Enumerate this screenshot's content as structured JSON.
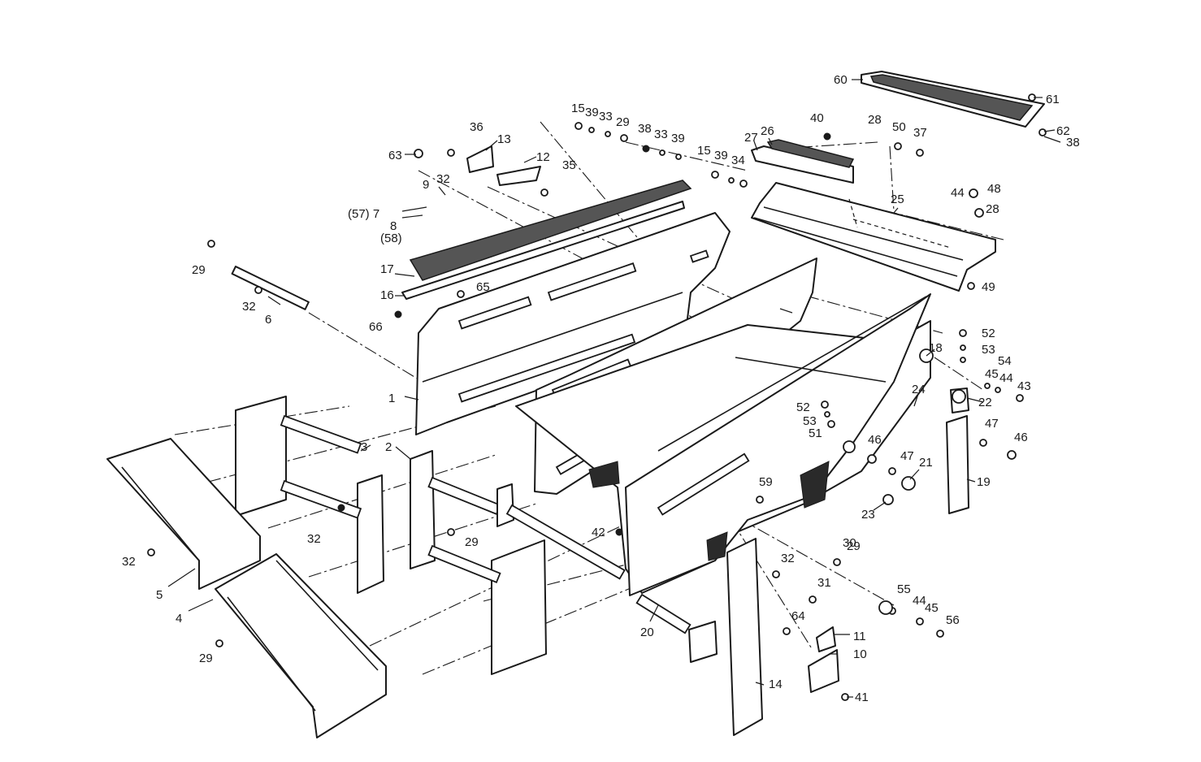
{
  "diagram": {
    "callouts": [
      "1",
      "2",
      "3",
      "4",
      "5",
      "6",
      "(57) 7",
      "8",
      "(58)",
      "9",
      "10",
      "11",
      "12",
      "13",
      "14",
      "15",
      "15",
      "16",
      "17",
      "18",
      "19",
      "20",
      "21",
      "22",
      "23",
      "24",
      "25",
      "26",
      "27",
      "28",
      "28",
      "29",
      "29",
      "29",
      "29",
      "29",
      "30",
      "31",
      "32",
      "32",
      "32",
      "32",
      "32",
      "32",
      "33",
      "33",
      "34",
      "35",
      "36",
      "37",
      "38",
      "38",
      "39",
      "39",
      "39",
      "40",
      "41",
      "42",
      "43",
      "44",
      "44",
      "44",
      "45",
      "45",
      "45",
      "46",
      "46",
      "47",
      "47",
      "48",
      "49",
      "50",
      "51",
      "52",
      "52",
      "53",
      "53",
      "54",
      "55",
      "56",
      "59",
      "60",
      "61",
      "62",
      "63",
      "64",
      "65",
      "66"
    ]
  }
}
